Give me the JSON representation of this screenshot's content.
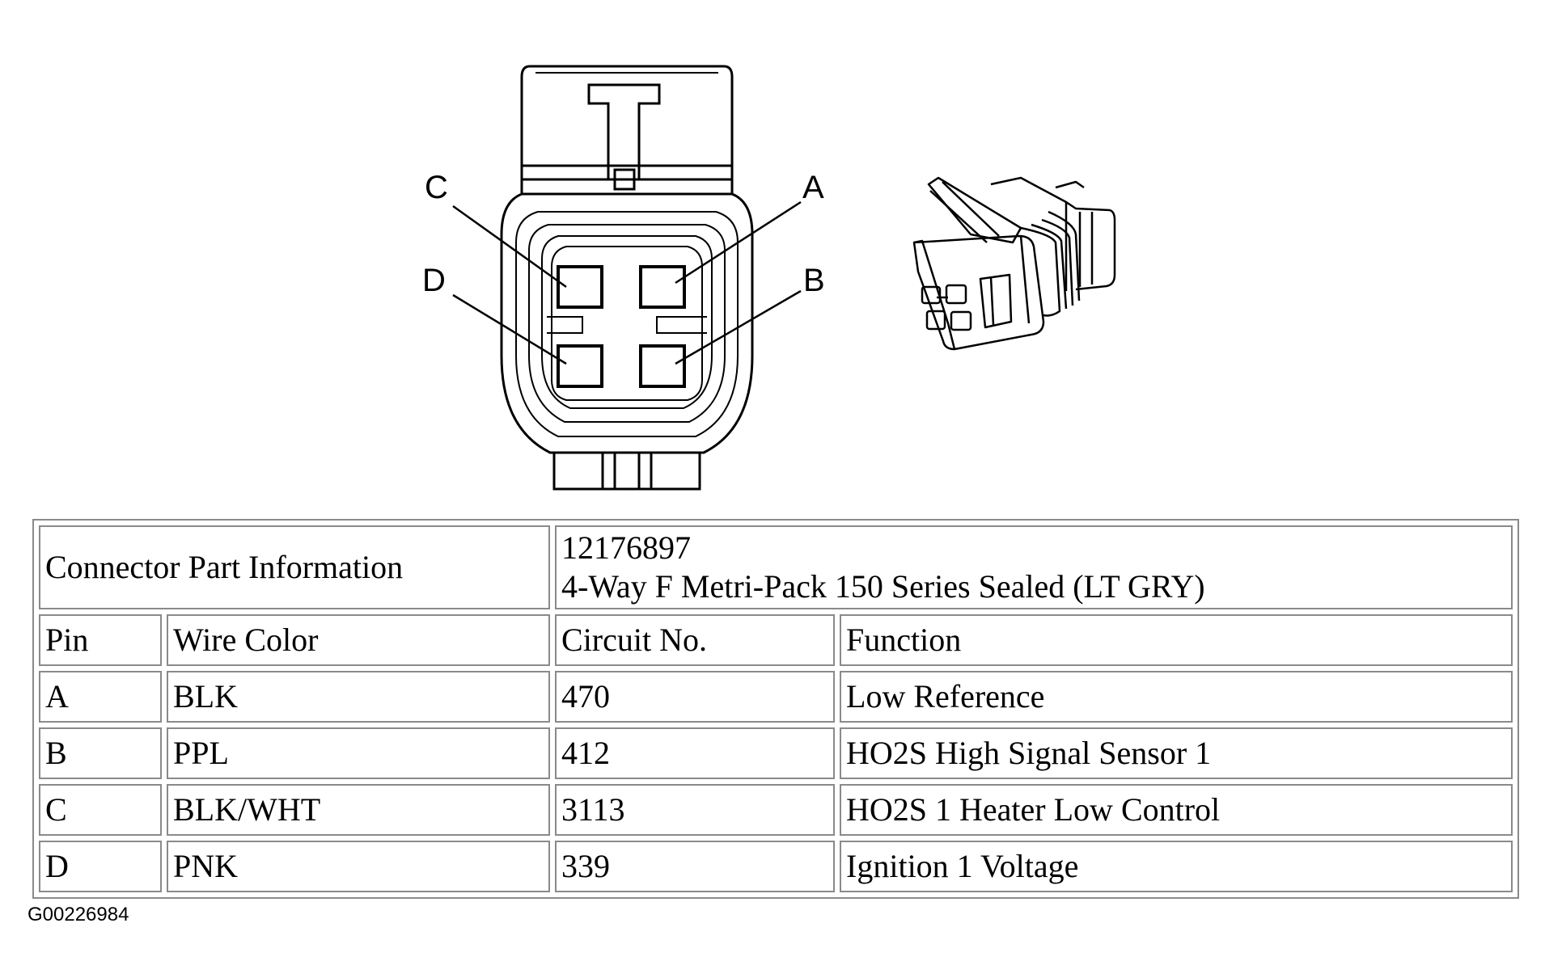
{
  "diagram": {
    "pin_labels": {
      "a": "A",
      "b": "B",
      "c": "C",
      "d": "D"
    }
  },
  "table": {
    "part_info_label": "Connector Part Information",
    "part_number": "12176897",
    "part_description": "4-Way F Metri-Pack 150 Series Sealed (LT GRY)",
    "headers": [
      "Pin",
      "Wire Color",
      "Circuit No.",
      "Function"
    ],
    "rows": [
      {
        "pin": "A",
        "wire_color": "BLK",
        "circuit": "470",
        "function": "Low Reference"
      },
      {
        "pin": "B",
        "wire_color": "PPL",
        "circuit": "412",
        "function": "HO2S High Signal Sensor 1"
      },
      {
        "pin": "C",
        "wire_color": "BLK/WHT",
        "circuit": "3113",
        "function": "HO2S 1 Heater Low Control"
      },
      {
        "pin": "D",
        "wire_color": "PNK",
        "circuit": "339",
        "function": "Ignition 1 Voltage"
      }
    ]
  },
  "figure_id": "G00226984"
}
